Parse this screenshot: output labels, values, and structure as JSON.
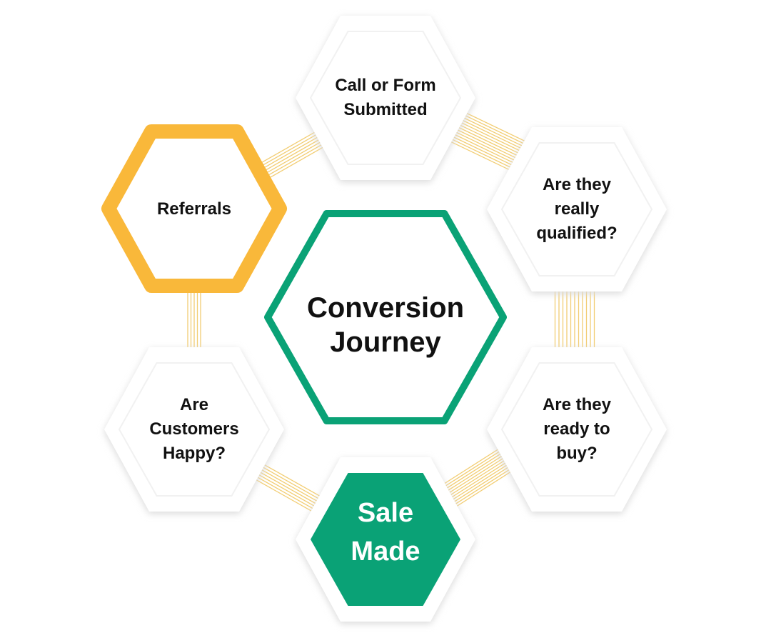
{
  "diagram": {
    "colors": {
      "accent_green": "#0aa276",
      "accent_yellow": "#f9b83a",
      "connector": "#f2cd73",
      "tile": "#ffffff",
      "text_dark": "#111111",
      "text_light": "#ffffff"
    },
    "center": {
      "label": "Conversion\nJourney"
    },
    "steps": [
      {
        "id": "call",
        "label": "Call or Form\nSubmitted"
      },
      {
        "id": "qualified",
        "label": "Are they\nreally\nqualified?"
      },
      {
        "id": "ready",
        "label": "Are they\nready to\nbuy?"
      },
      {
        "id": "sale",
        "label": "Sale\nMade"
      },
      {
        "id": "happy",
        "label": "Are\nCustomers\nHappy?"
      },
      {
        "id": "referrals",
        "label": "Referrals"
      }
    ]
  }
}
